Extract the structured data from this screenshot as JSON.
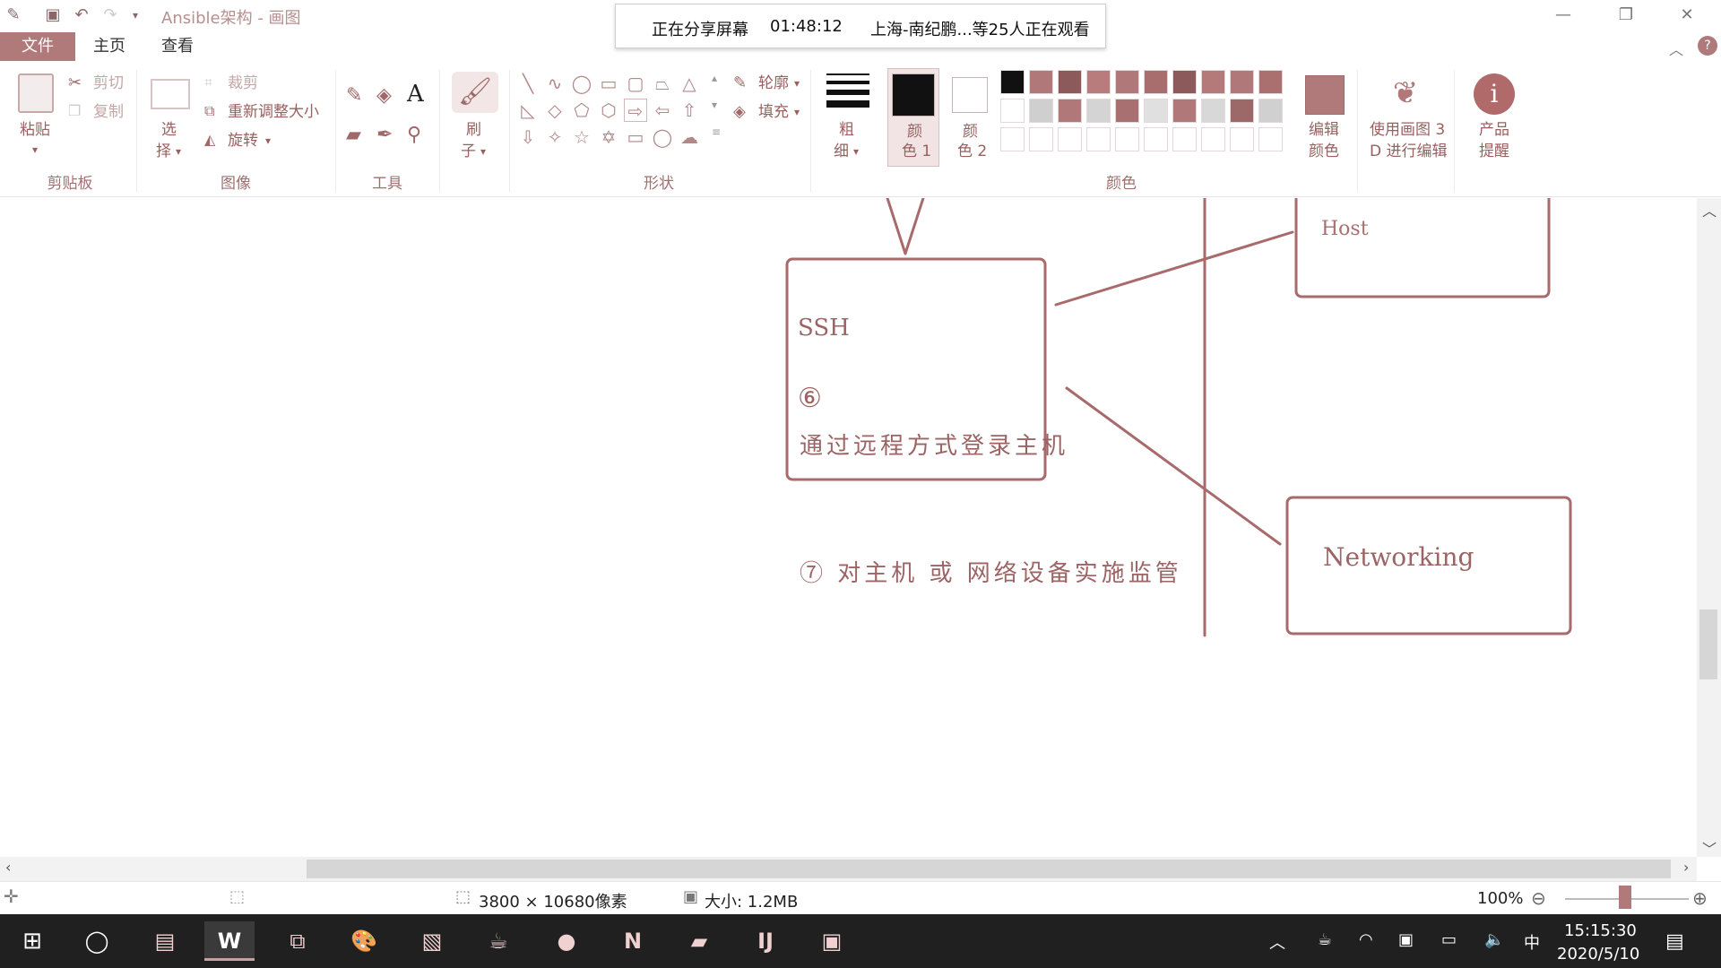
{
  "window": {
    "title": "Ansible架构 - 画图",
    "controls": [
      "—",
      "❐",
      "✕"
    ]
  },
  "share_bar": {
    "status": "正在分享屏幕",
    "time": "01:48:12",
    "viewers": "上海-南纪鹏...等25人正在观看"
  },
  "tabs": {
    "file": "文件",
    "home": "主页",
    "view": "查看"
  },
  "ribbon": {
    "clipboard": {
      "paste": "粘贴",
      "cut": "剪切",
      "copy": "复制",
      "label": "剪贴板"
    },
    "image": {
      "select_1": "选",
      "select_2": "择",
      "crop": "裁剪",
      "resize": "重新调整大小",
      "rotate": "旋转",
      "label": "图像"
    },
    "tools": {
      "label": "工具"
    },
    "brushes": {
      "line1": "刷",
      "line2": "子"
    },
    "shapes": {
      "outline": "轮廓",
      "fill": "填充",
      "label": "形状"
    },
    "size": {
      "line1": "粗",
      "line2": "细"
    },
    "color1": {
      "line1": "颜",
      "line2": "色 1"
    },
    "color2": {
      "line1": "颜",
      "line2": "色 2"
    },
    "colors": {
      "label": "颜色",
      "row1": [
        "#111111",
        "#b07878",
        "#8c5a5a",
        "#b87c7c",
        "#b07878",
        "#a86e6e",
        "#8c5a5a",
        "#b47a7a",
        "#b07878",
        "#aa7070"
      ],
      "row2": [
        "#ffffff",
        "#cfcfcf",
        "#b07878",
        "#d4d4d4",
        "#a87070",
        "#e0e0e0",
        "#b07878",
        "#d8d8d8",
        "#9c6868",
        "#d0d0d0"
      ],
      "row3": [
        "#ffffff",
        "#ffffff",
        "#ffffff",
        "#ffffff",
        "#ffffff",
        "#ffffff",
        "#ffffff",
        "#ffffff",
        "#ffffff",
        "#ffffff"
      ]
    },
    "edit_colors": {
      "line1": "编辑",
      "line2": "颜色"
    },
    "paint3d": {
      "line1": "使用画图 3",
      "line2": "D 进行编辑"
    },
    "product_alert": {
      "line1": "产品",
      "line2": "提醒"
    },
    "color1_value": "#111111",
    "color2_value": "#ffffff"
  },
  "canvas": {
    "ssh_title": "SSH",
    "ssh_step": "⑥",
    "ssh_desc": "通过远程方式登录主机",
    "host_title": "Host",
    "networking_title": "Networking",
    "step7": "⑦ 对主机 或 网络设备实施监管",
    "stroke_color": "#a86a6a"
  },
  "status": {
    "dimensions": "3800 × 10680像素",
    "size": "大小: 1.2MB",
    "zoom": "100%"
  },
  "taskbar": {
    "tray_input": "中",
    "time": "15:15:30",
    "date": "2020/5/10"
  }
}
